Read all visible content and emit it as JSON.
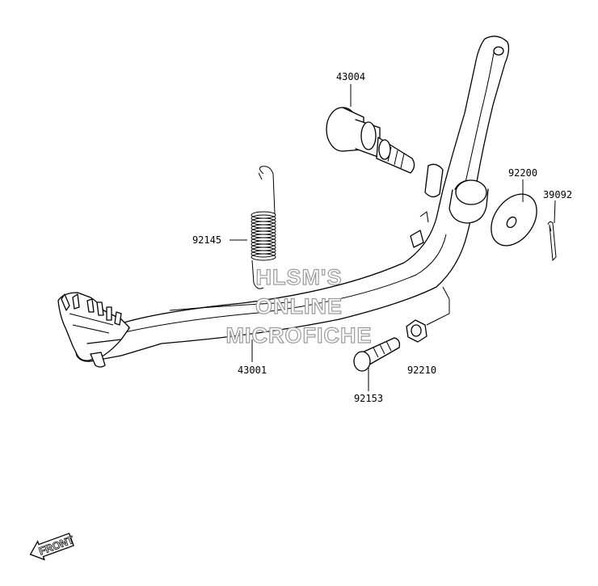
{
  "parts": [
    {
      "number": "43004"
    },
    {
      "number": "92200"
    },
    {
      "number": "39092"
    },
    {
      "number": "92145"
    },
    {
      "number": "43001"
    },
    {
      "number": "92210"
    },
    {
      "number": "92153"
    }
  ],
  "watermark": {
    "line1": "HLSM'S",
    "line2": "ONLINE",
    "line3": "MICROFICHE"
  },
  "front_label": "FRONT"
}
